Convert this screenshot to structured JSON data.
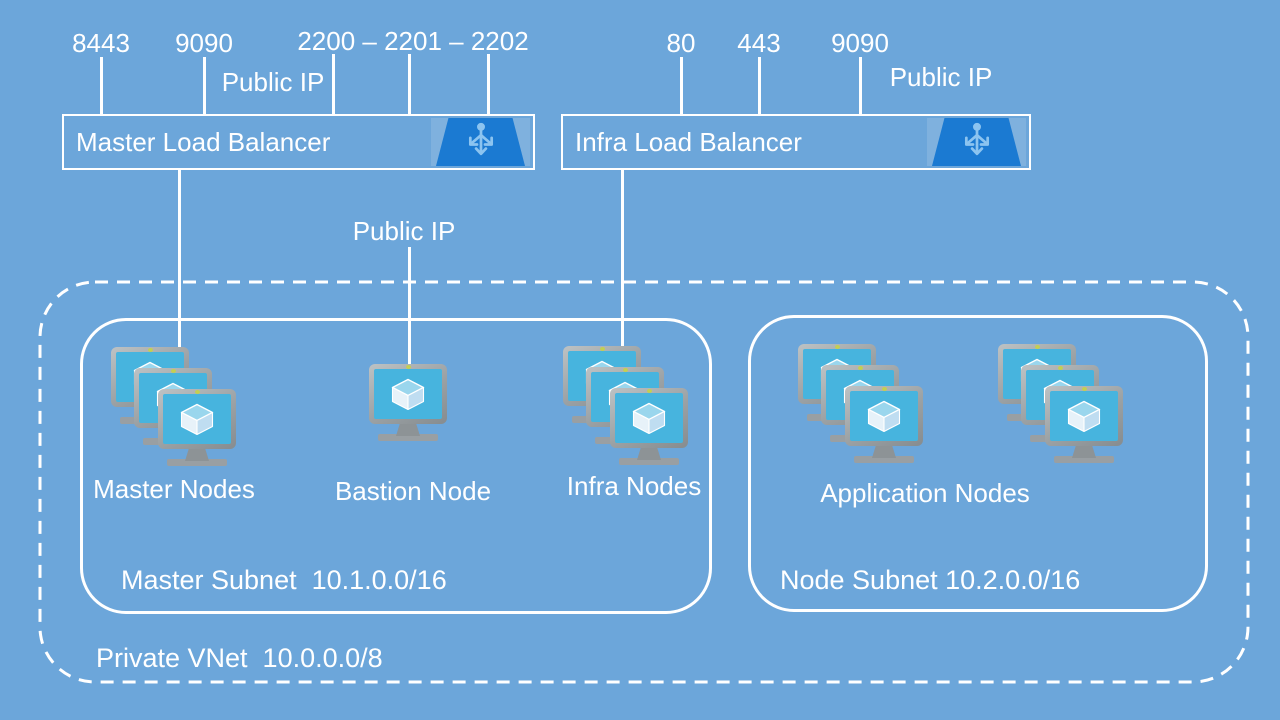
{
  "colors": {
    "background": "#6CA6DA",
    "connector_line": "#FFFFFF",
    "box_border": "#FFFFFF",
    "lb_icon_fill": "#1B7AD2",
    "lb_icon_glyph": "#8CC4F0",
    "vm_screen": "#47B4DE",
    "vm_frame": "#9BA1A4",
    "text": "#FFFFFF"
  },
  "master_lb_group": {
    "box_label": "Master Load Balancer",
    "public_ip_label": "Public IP",
    "ports": [
      {
        "label": "8443"
      },
      {
        "label": "9090"
      },
      {
        "label": "2200 – 2201 – 2202"
      }
    ]
  },
  "infra_lb_group": {
    "box_label": "Infra Load Balancer",
    "public_ip_label": "Public IP",
    "ports": [
      {
        "label": "80"
      },
      {
        "label": "443"
      },
      {
        "label": "9090"
      }
    ]
  },
  "bastion": {
    "public_ip_label": "Public IP"
  },
  "vnet": {
    "label": "Private VNet  10.0.0.0/8"
  },
  "master_subnet": {
    "label": "Master Subnet  10.1.0.0/16",
    "node_groups": [
      {
        "label": "Master Nodes",
        "vm_count": 3
      },
      {
        "label": "Bastion Node",
        "vm_count": 1
      },
      {
        "label": "Infra Nodes",
        "vm_count": 3
      }
    ]
  },
  "node_subnet": {
    "label": "Node Subnet 10.2.0.0/16",
    "node_groups": [
      {
        "label": "Application Nodes",
        "vm_count": 6
      }
    ]
  }
}
